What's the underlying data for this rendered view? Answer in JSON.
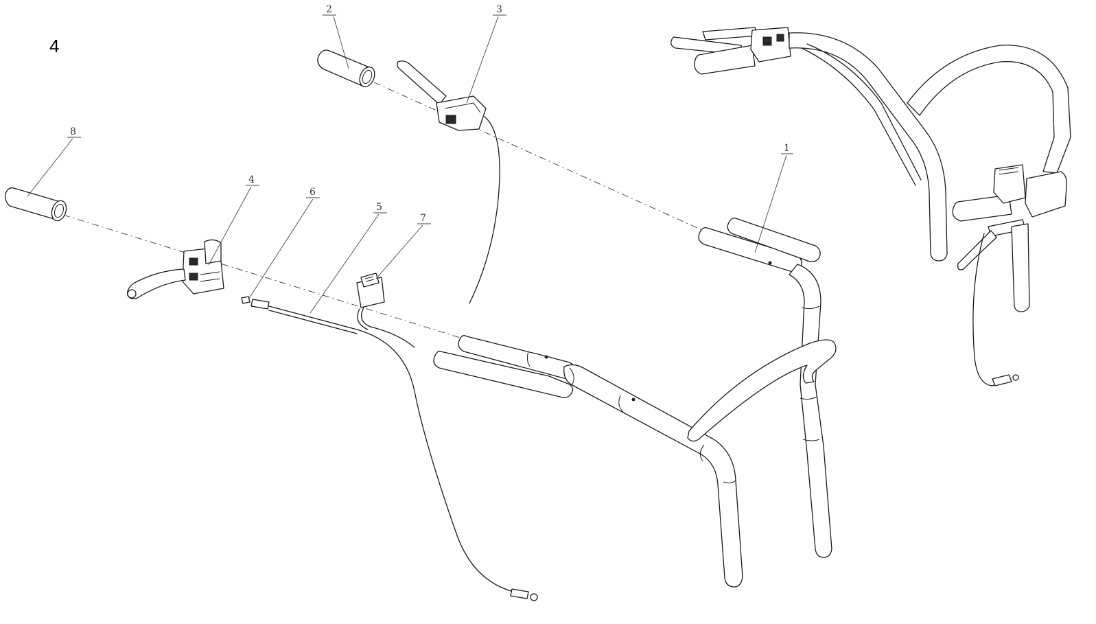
{
  "page_number": "4",
  "callouts": [
    {
      "id": "1",
      "label": "1"
    },
    {
      "id": "2",
      "label": "2"
    },
    {
      "id": "3",
      "label": "3"
    },
    {
      "id": "4",
      "label": "4"
    },
    {
      "id": "5",
      "label": "5"
    },
    {
      "id": "6",
      "label": "6"
    },
    {
      "id": "7",
      "label": "7"
    },
    {
      "id": "8",
      "label": "8"
    }
  ]
}
